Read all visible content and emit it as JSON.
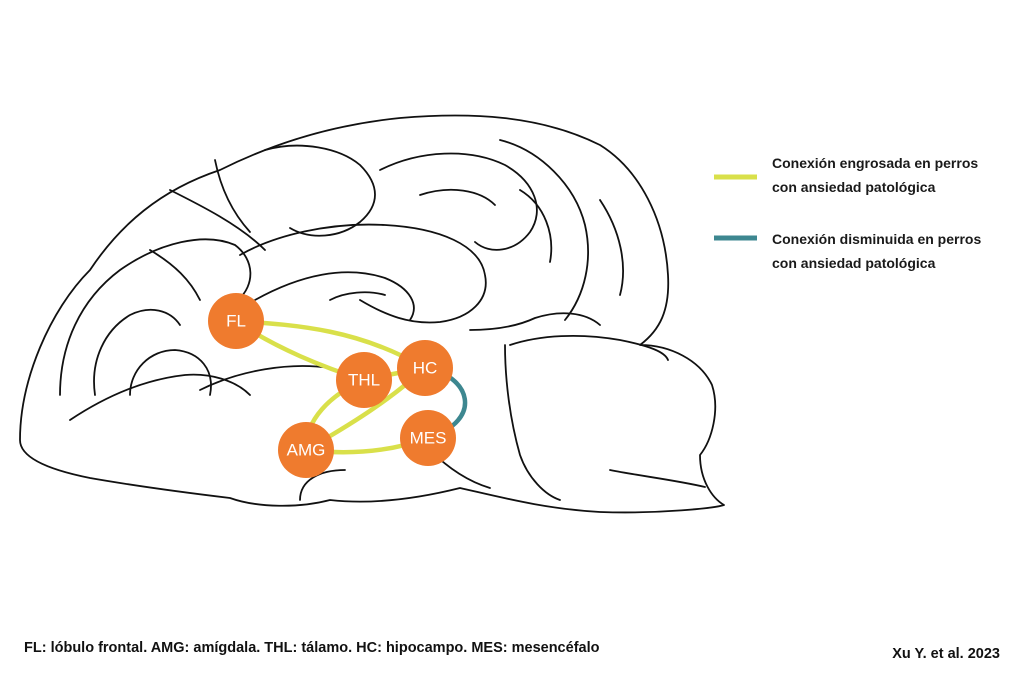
{
  "nodes": {
    "fl": "FL",
    "thl": "THL",
    "hc": "HC",
    "amg": "AMG",
    "mes": "MES"
  },
  "legend": {
    "increased": {
      "line1": "Conexión engrosada en perros",
      "line2": "con ansiedad patológica",
      "color": "#d9e04a"
    },
    "decreased": {
      "line1": "Conexión disminuida en perros",
      "line2": "con ansiedad patológica",
      "color": "#3d8790"
    }
  },
  "node_color": "#ef7b2e",
  "caption": "FL: lóbulo frontal. AMG: amígdala. THL: tálamo. HC: hipocampo. MES: mesencéfalo",
  "citation": "Xu Y. et al. 2023"
}
